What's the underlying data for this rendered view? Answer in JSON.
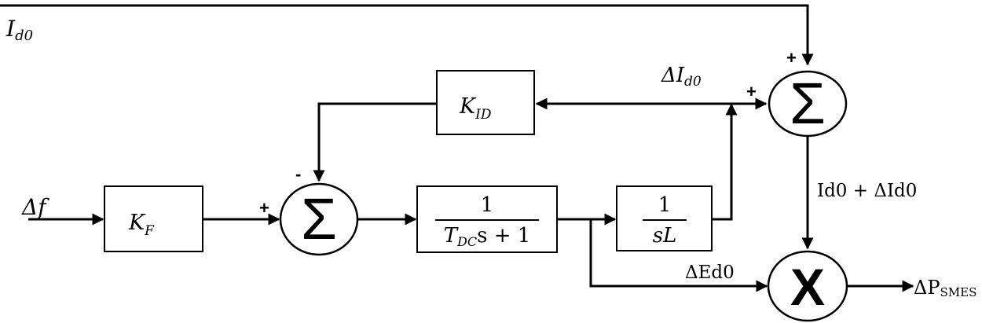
{
  "signals": {
    "id0_main": "I",
    "id0_main_sub": "d0",
    "delta_f": "Δf",
    "delta_id0": "ΔI",
    "delta_id0_sub": "d0",
    "id0_plus_delta": "Id0 + ΔId0",
    "delta_ed0": "ΔEd0",
    "delta_psmes": "ΔP",
    "delta_psmes_sub": "SMES"
  },
  "blocks": {
    "kf": {
      "base": "K",
      "sub": "F"
    },
    "kid": {
      "base": "K",
      "sub": "ID"
    },
    "tdc": {
      "num": "1",
      "den_base": "T",
      "den_sub": "DC",
      "den_rest": "s + 1"
    },
    "sl": {
      "num": "1",
      "den": "sL"
    }
  },
  "nodes": {
    "sum_symbol": "Σ",
    "mult_symbol": "X"
  },
  "signs": {
    "sum1_feedback": "-",
    "sum1_input": "+",
    "sum2_top": "+",
    "sum2_left": "+"
  }
}
